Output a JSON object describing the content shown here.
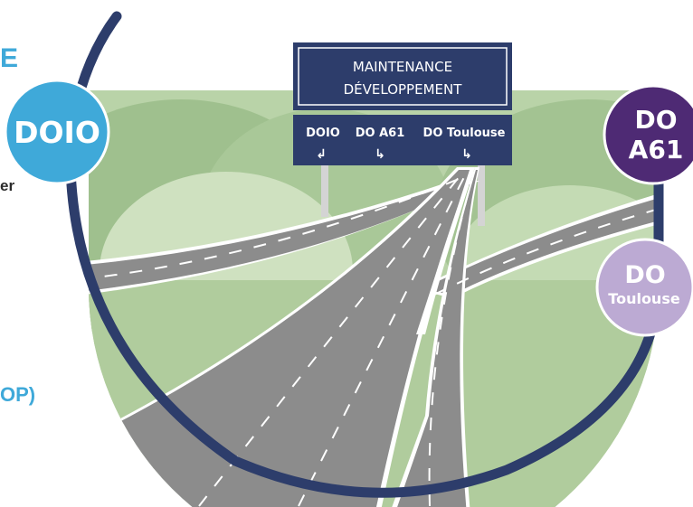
{
  "colors": {
    "navy": "#2d3d6b",
    "light_blue": "#3fa9d9",
    "purple": "#4e2a74",
    "lavender": "#bcaad3",
    "hill_dark": "#9fc08e",
    "hill_mid": "#b5d0a3",
    "hill_light": "#cfe1c0",
    "road": "#8c8c8c"
  },
  "edge_fragments": {
    "top": "E",
    "middle": "er",
    "bottom": "OP)"
  },
  "sign": {
    "main_line1": "MAINTENANCE",
    "main_line2": "DÉVELOPPEMENT",
    "exits": [
      {
        "label": "DOIO",
        "arrow": "↲",
        "arrow_icon": "arrow-down-left-icon"
      },
      {
        "label": "DO A61",
        "arrow": "↳",
        "arrow_icon": "arrow-down-right-icon"
      },
      {
        "label": "DO Toulouse",
        "arrow": "↳",
        "arrow_icon": "arrow-down-right-icon"
      }
    ]
  },
  "badges": {
    "doio": {
      "label": "DOIO"
    },
    "do_a61": {
      "line1": "DO",
      "line2": "A61"
    },
    "do_toulouse": {
      "line1": "DO",
      "line2": "Toulouse"
    }
  }
}
